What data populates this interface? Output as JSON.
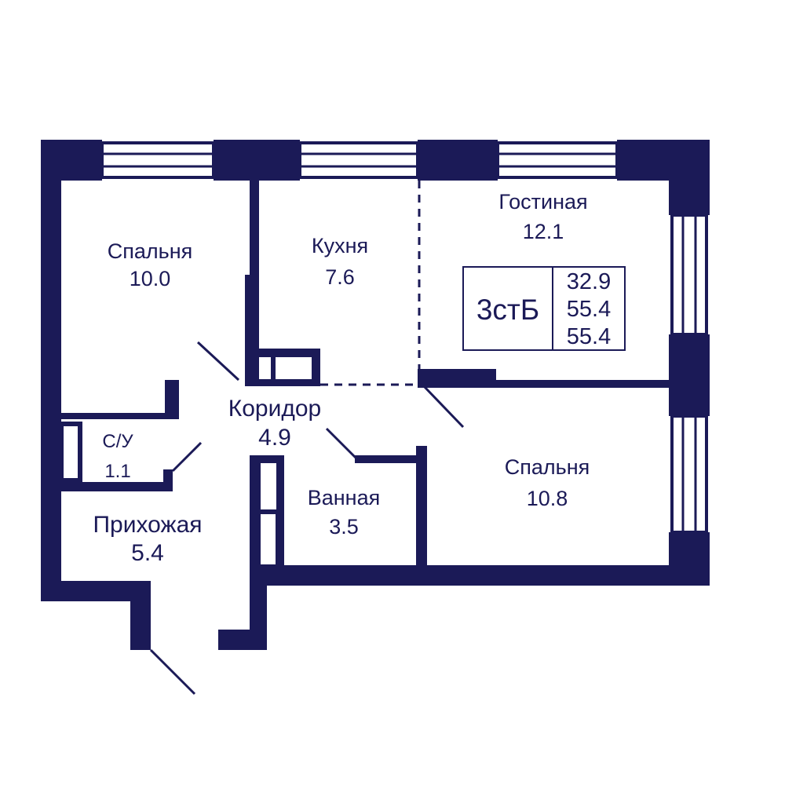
{
  "colors": {
    "wall": "#1b1a57",
    "background": "#ffffff"
  },
  "rooms": [
    {
      "id": "bedroom-1",
      "name": "Спальня",
      "area": "10.0"
    },
    {
      "id": "kitchen",
      "name": "Кухня",
      "area": "7.6"
    },
    {
      "id": "living",
      "name": "Гостиная",
      "area": "12.1"
    },
    {
      "id": "corridor",
      "name": "Коридор",
      "area": "4.9"
    },
    {
      "id": "wc",
      "name": "С/У",
      "area": "1.1"
    },
    {
      "id": "bathroom",
      "name": "Ванная",
      "area": "3.5"
    },
    {
      "id": "bedroom-2",
      "name": "Спальня",
      "area": "10.8"
    },
    {
      "id": "hallway",
      "name": "Прихожая",
      "area": "5.4"
    }
  ],
  "apartment": {
    "code": "3стБ",
    "areas": [
      "32.9",
      "55.4",
      "55.4"
    ]
  }
}
